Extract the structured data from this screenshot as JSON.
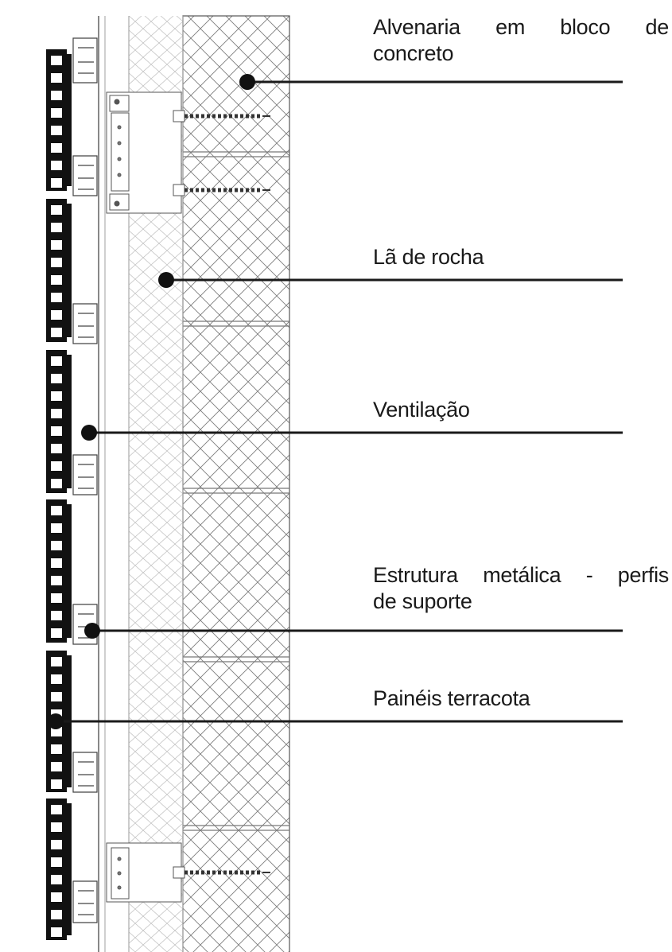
{
  "labels": {
    "alvenaria": {
      "line1": "Alvenaria em bloco de",
      "line2": "concreto"
    },
    "la_de_rocha": "Lã de rocha",
    "ventilacao": "Ventilação",
    "estrutura": {
      "line1": "Estrutura metálica - perfis",
      "line2": "de suporte"
    },
    "paineis": "Painéis terracota"
  },
  "colors": {
    "ink": "#1a1a1a",
    "line": "#6b6b6b",
    "hatch": "#7a7a7a",
    "panel": "#111111",
    "background": "#ffffff"
  }
}
